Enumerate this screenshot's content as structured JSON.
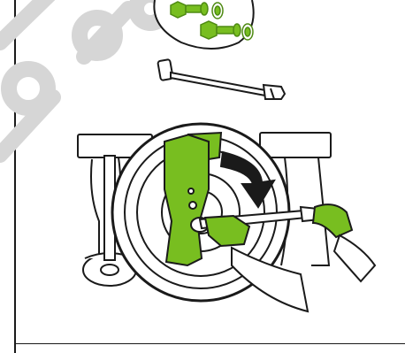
{
  "figure": {
    "watermark_text": "профе",
    "colors": {
      "line": "#1a1a1a",
      "accent_green": "#78be20",
      "dark_green": "#4e8a12",
      "watermark": "#d6d6d6",
      "background": "#ffffff"
    },
    "icons": [
      "bolt-pair-icon",
      "socket-wrench-tool",
      "mower-deck",
      "wheel",
      "blade",
      "rotation-arrow-icon",
      "gloved-hand"
    ]
  }
}
